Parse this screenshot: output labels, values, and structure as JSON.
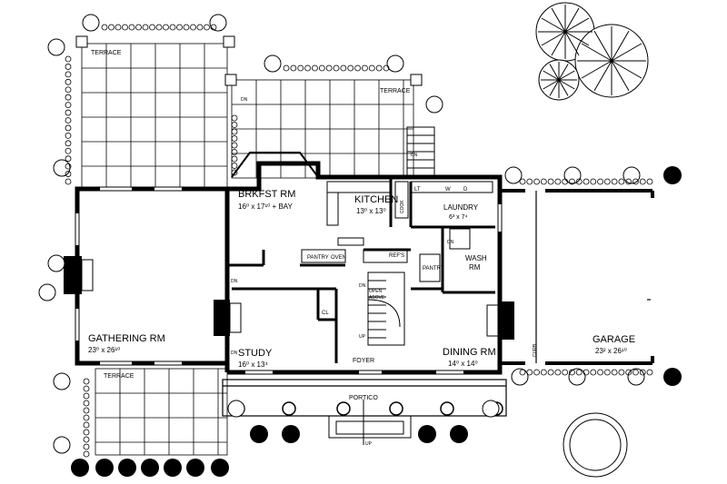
{
  "rooms": [
    {
      "key": "terrace_nw",
      "name": "TERRACE",
      "dims": ""
    },
    {
      "key": "terrace_n",
      "name": "TERRACE",
      "dims": ""
    },
    {
      "key": "terrace_sw",
      "name": "TERRACE",
      "dims": ""
    },
    {
      "key": "brkfst",
      "name": "BRKFST RM",
      "dims": "16⁰ x 17¹⁰ + BAY"
    },
    {
      "key": "kitchen",
      "name": "KITCHEN",
      "dims": "13⁰ x 13⁰"
    },
    {
      "key": "laundry",
      "name": "LAUNDRY",
      "dims": "6³ x 7⁴"
    },
    {
      "key": "wash",
      "name": "WASH",
      "dims": "RM"
    },
    {
      "key": "gathering",
      "name": "GATHERING RM",
      "dims": "23⁰ x 26¹⁰"
    },
    {
      "key": "study",
      "name": "STUDY",
      "dims": "16⁰ x 13⁴"
    },
    {
      "key": "dining",
      "name": "DINING RM",
      "dims": "14⁰ x 14⁰"
    },
    {
      "key": "garage",
      "name": "GARAGE",
      "dims": "23² x 26¹⁰"
    },
    {
      "key": "foyer",
      "name": "FOYER",
      "dims": ""
    },
    {
      "key": "portico",
      "name": "PORTICO",
      "dims": ""
    }
  ],
  "fixtures": {
    "pantry_1": "PANTRY",
    "oven": "OVEN",
    "refs": "REF'S",
    "pantry_2": "PANTRY",
    "cook": "COOK",
    "lt": "LT",
    "w": "W",
    "d": "D",
    "cl": "CL",
    "open_above": "OPEN ABOVE",
    "curb": "CURB"
  },
  "stair_marks": {
    "dn_1": "DN",
    "dn_2": "DN",
    "dn_3": "DN",
    "dn_4": "DN",
    "dn_5": "DN",
    "dn_6": "DN",
    "up_1": "UP",
    "up_2": "UP"
  },
  "colors": {
    "line": "#000000",
    "background": "#ffffff"
  }
}
